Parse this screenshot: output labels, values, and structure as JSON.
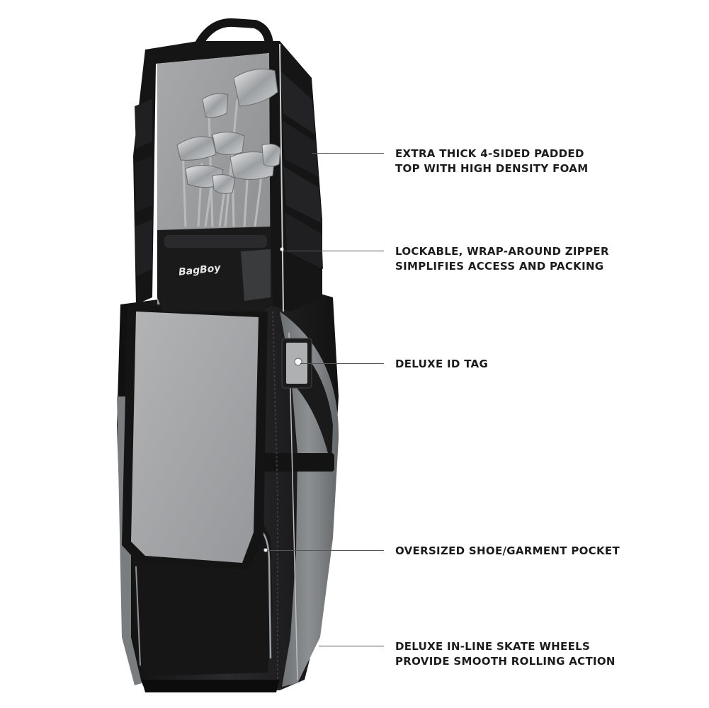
{
  "product": {
    "logo_text": "BagBoy"
  },
  "callouts": [
    {
      "id": "padded-top",
      "text": "EXTRA THICK 4-SIDED PADDED\nTOP WITH HIGH DENSITY FOAM"
    },
    {
      "id": "zipper",
      "text": "LOCKABLE, WRAP-AROUND ZIPPER\nSIMPLIFIES ACCESS AND PACKING"
    },
    {
      "id": "id-tag",
      "text": "DELUXE ID TAG"
    },
    {
      "id": "pocket",
      "text": "OVERSIZED SHOE/GARMENT POCKET"
    },
    {
      "id": "wheels",
      "text": "DELUXE IN-LINE SKATE WHEELS\nPROVIDE SMOOTH ROLLING ACTION"
    }
  ],
  "colors": {
    "bag_black": "#1b1b1d",
    "bag_grey": "#7d8083",
    "lining_grey": "#9a9c9e",
    "text": "#1c1c1c",
    "leader_line": "#555555"
  }
}
